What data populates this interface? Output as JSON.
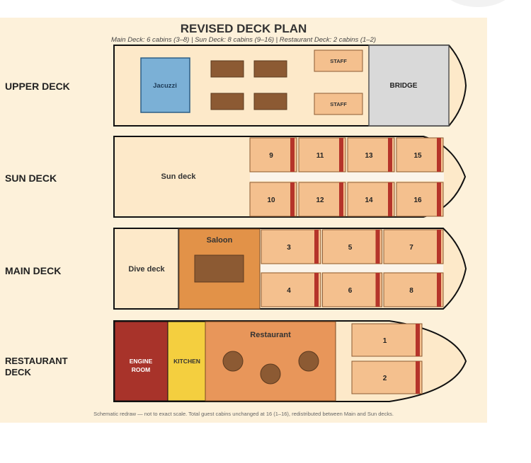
{
  "title": "REVISED DECK PLAN",
  "subtitle": "Main Deck: 6 cabins (3–8) | Sun Deck: 8 cabins (9–16) | Restaurant Deck: 2 cabins (1–2)",
  "footnote": "Schematic redraw — not to exact scale. Total guest cabins unchanged at 16 (1–16), redistributed between Main and Sun decks.",
  "colors": {
    "paper": "#fdf1da",
    "hull": "#fde9c9",
    "cabin": "#f4c08e",
    "door": "#b5342a",
    "saloon": "#e29248",
    "furniture": "#8c5a33",
    "jacuzzi": "#7bb0d6",
    "bridge": "#d9d9d9",
    "engine": "#a8332a",
    "kitchen": "#f4cf3f",
    "restaurant": "#e8965a"
  },
  "decks": {
    "upper": {
      "label": "UPPER DECK",
      "jacuzzi": "Jacuzzi",
      "staff_top": "STAFF",
      "staff_bottom": "STAFF",
      "bridge": "BRIDGE"
    },
    "sun": {
      "label": "SUN DECK",
      "area": "Sun deck",
      "cabins_top": [
        "9",
        "11",
        "13",
        "15"
      ],
      "cabins_bottom": [
        "10",
        "12",
        "14",
        "16"
      ]
    },
    "main": {
      "label": "MAIN DECK",
      "dive": "Dive deck",
      "saloon": "Saloon",
      "cabins_top": [
        "3",
        "5",
        "7"
      ],
      "cabins_bottom": [
        "4",
        "6",
        "8"
      ]
    },
    "restaurant": {
      "label_line1": "RESTAURANT",
      "label_line2": "DECK",
      "engine_line1": "ENGINE",
      "engine_line2": "ROOM",
      "kitchen": "KITCHEN",
      "restaurant": "Restaurant",
      "cabins": [
        "1",
        "2"
      ]
    }
  }
}
